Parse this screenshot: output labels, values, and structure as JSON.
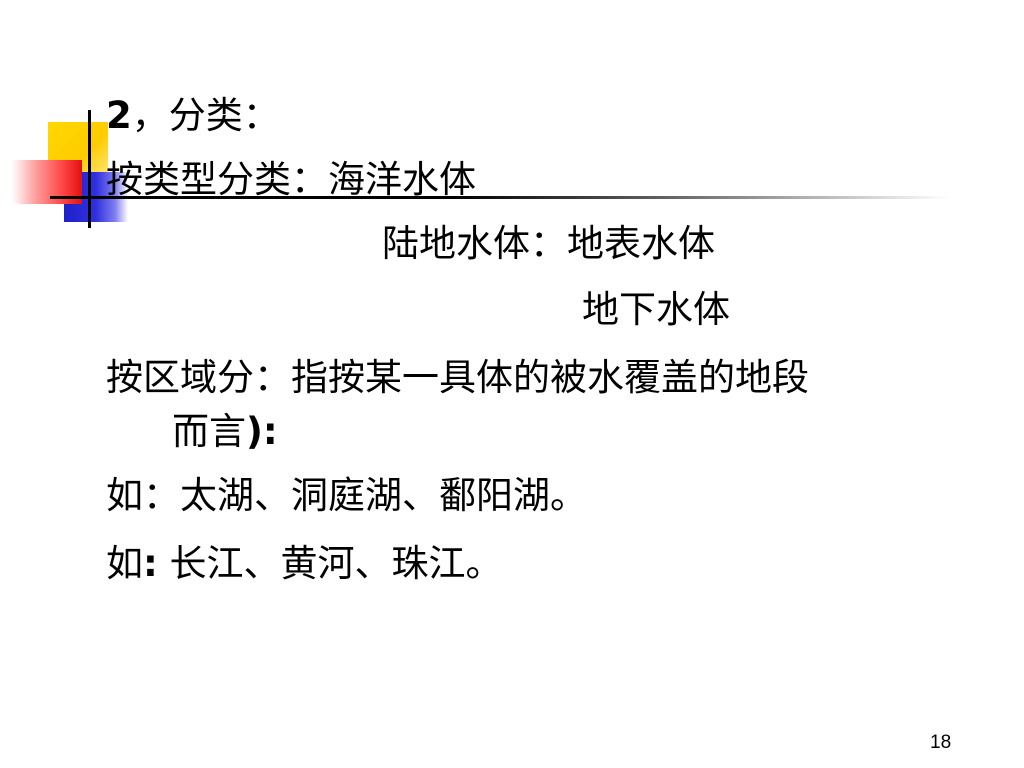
{
  "slide": {
    "heading": {
      "number": "2",
      "rest": "，分类："
    },
    "lines": {
      "by_type": "按类型分类：海洋水体",
      "land_water": "陆地水体：地表水体",
      "groundwater": "地下水体",
      "by_region": "按区域分：指按某一具体的被水覆盖的地段",
      "continuation_text": "而言",
      "continuation_mark": "):",
      "example_lakes": "如：太湖、洞庭湖、鄱阳湖。",
      "example_rivers_prefix": "如",
      "example_rivers_colon": ":",
      "example_rivers_text": " 长江、黄河、珠江。"
    },
    "page_number": "18"
  },
  "colors": {
    "yellow": "#ffcc00",
    "blue": "#2020c8",
    "red": "#e01010"
  }
}
